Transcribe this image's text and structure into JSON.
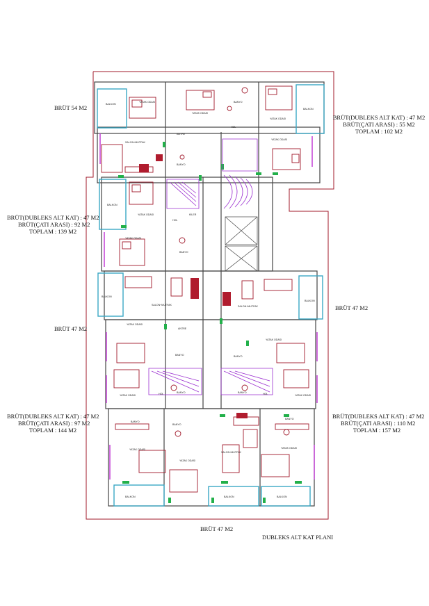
{
  "labels": {
    "brut_54": "BRÜT 54 M2",
    "unit_top_right": [
      "BRÜT(DUBLEKS ALT KAT) : 47 M2",
      "BRÜT(ÇATI ARASI) : 55 M2",
      "TOPLAM : 102 M2"
    ],
    "unit_mid_left": [
      "BRÜT(DUBLEKS ALT KAT) : 47 M2",
      "BRÜT(ÇATI ARASI) : 92 M2",
      "TOPLAM : 139 M2"
    ],
    "brut_47_right": "BRÜT 47 M2",
    "brut_47_left": "BRÜT 47 M2",
    "unit_bottom_left": [
      "BRÜT(DUBLEKS ALT KAT) : 47 M2",
      "BRÜT(ÇATI ARASI) : 97 M2",
      "TOPLAM : 144 M2"
    ],
    "unit_bottom_right": [
      "BRÜT(DUBLEKS ALT KAT) : 47 M2",
      "BRÜT(ÇATI ARASI) : 110 M2",
      "TOPLAM : 157 M2"
    ],
    "brut_47_bottom": "BRÜT 47 M2",
    "plan_title": "DUBLEKS ALT KAT PLANI"
  },
  "rooms": {
    "balkon": "BALKON",
    "yatak_odasi": "YATAK ODASI",
    "banyo": "BANYO",
    "hol": "HOL",
    "antre": "ANTRE",
    "kiler": "KİLER",
    "salon_mutfak": "SALON+MUTFAK"
  },
  "colors": {
    "outline": "#a0182a",
    "wall": "#333333",
    "glass": "#3aa7c4",
    "door_green": "#22b04a",
    "stair": "#9b2fd0",
    "furniture": "#a0182a"
  }
}
